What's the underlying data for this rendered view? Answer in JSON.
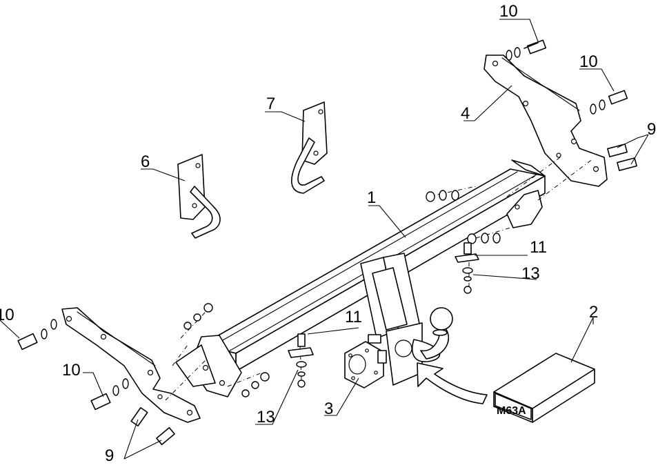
{
  "part_numbers": {
    "p1": "1",
    "p2": "2",
    "p3": "3",
    "p4": "4",
    "p6": "6",
    "p7": "7",
    "p9": "9",
    "p10": "10",
    "p11": "11",
    "p13": "13"
  },
  "box_label": "M63A"
}
